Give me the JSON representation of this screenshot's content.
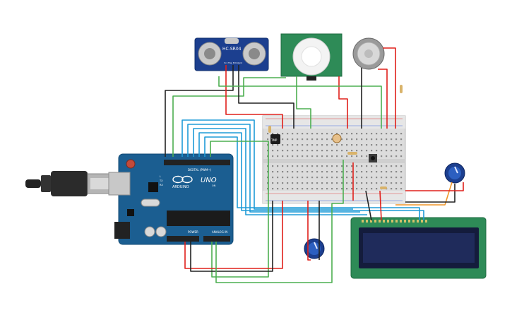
{
  "components": {
    "ultrasonic": {
      "model": "HC-SR04",
      "pins": [
        "Vcc",
        "Trig",
        "Echo",
        "Gnd"
      ]
    },
    "arduino": {
      "brand": "ARDUINO",
      "model": "UNO",
      "digital_label": "DIGITAL (PWM~)",
      "power_label": "POWER",
      "analog_label": "ANALOG IN",
      "tx": "TX",
      "rx": "RX",
      "led_l": "L",
      "on": "ON"
    },
    "tmp_sensor": {
      "label": "TMP"
    },
    "gas_sensor": {},
    "pir_sensor": {},
    "lcd": {},
    "potentiometers": 2
  },
  "colors": {
    "arduino_blue": "#1b5e91",
    "wire_red": "#e0201b",
    "wire_black": "#222222",
    "wire_green": "#4caf50",
    "wire_blue": "#1e9bd7",
    "wire_orange": "#f0962a",
    "pcb_green": "#2e8b57",
    "lcd_screen": "#1f2b5b"
  }
}
